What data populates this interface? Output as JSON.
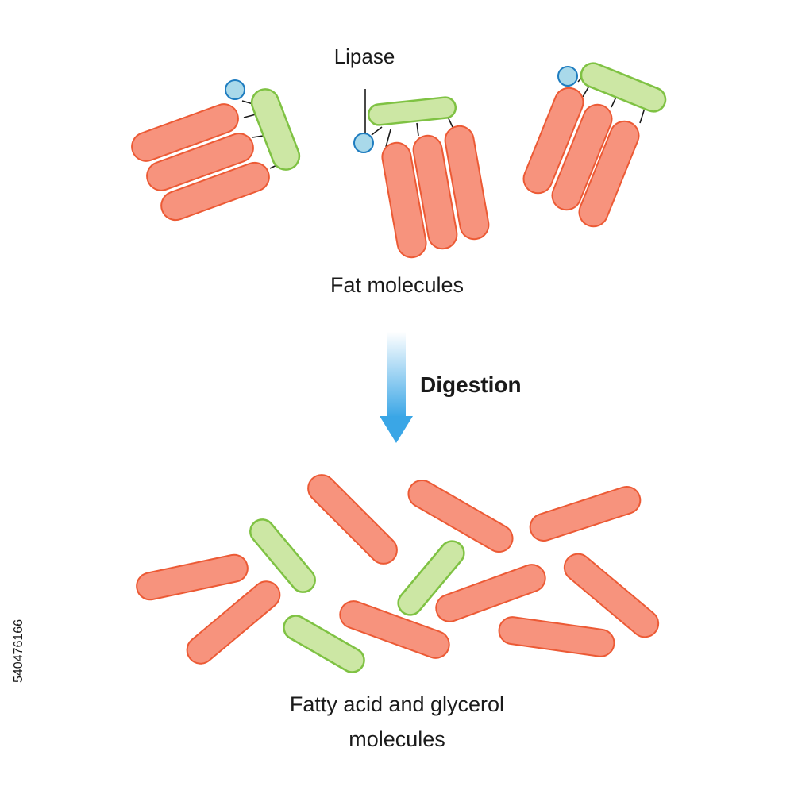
{
  "labels": {
    "lipase": "Lipase",
    "fat_molecules": "Fat molecules",
    "digestion": "Digestion",
    "products_line1": "Fatty acid and glycerol",
    "products_line2": "molecules"
  },
  "watermark": {
    "stock_id": "540476166"
  },
  "colors": {
    "fatty_acid_fill": "#f7937d",
    "fatty_acid_stroke": "#ec5a35",
    "glycerol_fill": "#cce7a4",
    "glycerol_stroke": "#7fc243",
    "lipase_fill": "#a9d9ea",
    "lipase_stroke": "#1f7dc0",
    "arrow_top": "#ffffff",
    "arrow_bottom": "#3aa6e6",
    "text": "#1a1a1a"
  }
}
